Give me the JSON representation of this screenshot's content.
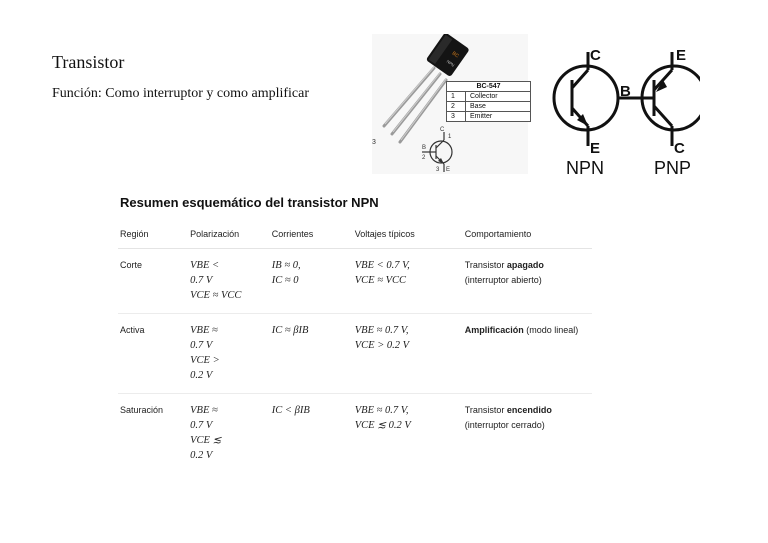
{
  "doc": {
    "title": "Transistor",
    "function_text": "Función:  Como interruptor y como amplificar"
  },
  "package": {
    "model": "BC-547",
    "pins": [
      {
        "num": "1",
        "name": "Collector"
      },
      {
        "num": "2",
        "name": "Base"
      },
      {
        "num": "3",
        "name": "Emitter"
      }
    ],
    "pin_number": "3",
    "symbol_labels": {
      "c": "C",
      "b": "B",
      "e": "E",
      "n1": "1",
      "n2": "2",
      "n3": "3"
    }
  },
  "symbols": {
    "npn": {
      "label": "NPN",
      "collector": "C",
      "emitter": "E",
      "base": "B"
    },
    "pnp": {
      "label": "PNP",
      "collector": "C",
      "emitter": "E"
    }
  },
  "summary": {
    "title": "Resumen esquemático del transistor NPN",
    "headers": [
      "Región",
      "Polarización",
      "Corrientes",
      "Voltajes típicos",
      "Comportamiento"
    ],
    "rows": [
      {
        "region": "Corte",
        "polarization": [
          "VBE <",
          "0.7 V",
          "VCE ≈ VCC"
        ],
        "currents": [
          "IB ≈ 0,",
          "IC ≈ 0"
        ],
        "voltages": [
          "VBE < 0.7 V,",
          "VCE ≈ VCC"
        ],
        "behavior_pre": "Transistor ",
        "behavior_bold": "apagado",
        "behavior_post": " (interruptor abierto)"
      },
      {
        "region": "Activa",
        "polarization": [
          "VBE ≈",
          "0.7 V",
          "VCE >",
          "0.2 V"
        ],
        "currents": [
          "IC ≈ βIB"
        ],
        "voltages": [
          "VBE ≈ 0.7 V,",
          "VCE > 0.2 V"
        ],
        "behavior_pre": "",
        "behavior_bold": "Amplificación",
        "behavior_post": " (modo lineal)"
      },
      {
        "region": "Saturación",
        "polarization": [
          "VBE ≈",
          "0.7 V",
          "VCE ≲",
          "0.2 V"
        ],
        "currents": [
          "IC < βIB"
        ],
        "voltages": [
          "VBE ≈ 0.7 V,",
          "VCE ≲ 0.2 V"
        ],
        "behavior_pre": "Transistor ",
        "behavior_bold": "encendido",
        "behavior_post": " (interruptor cerrado)"
      }
    ]
  }
}
